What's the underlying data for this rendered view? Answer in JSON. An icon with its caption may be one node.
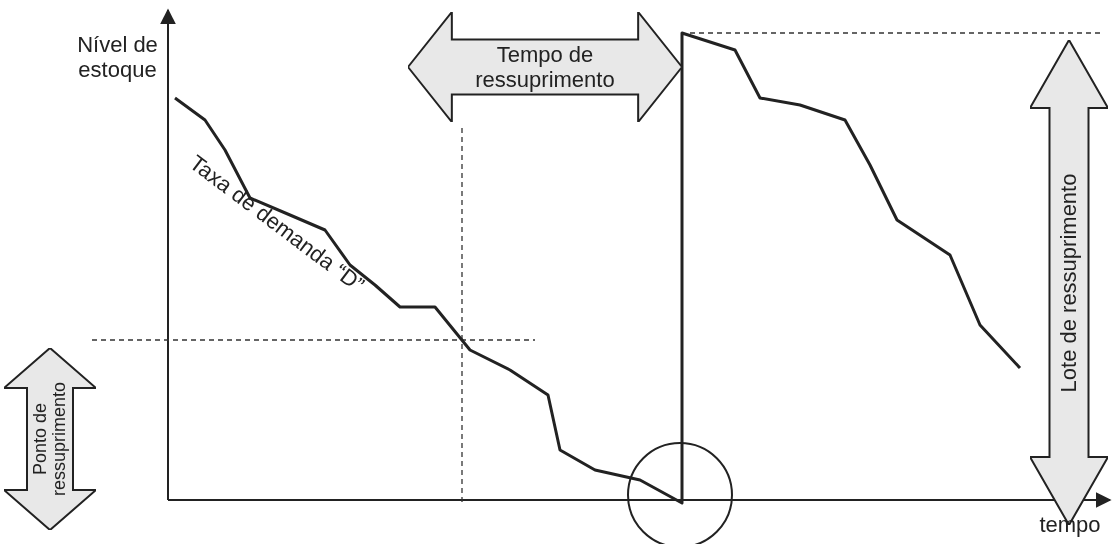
{
  "diagram": {
    "nodes": [
      {
        "text": [
          "Tempo de ressuprimento"
        ]
      },
      {
        "text": [
          "Lote de ressuprimento"
        ]
      },
      {
        "text": [
          "Ponto de ressuprimento"
        ]
      }
    ],
    "labels": [
      "Nível de estoque",
      "Taxa de demanda “D”",
      "tempo"
    ]
  }
}
